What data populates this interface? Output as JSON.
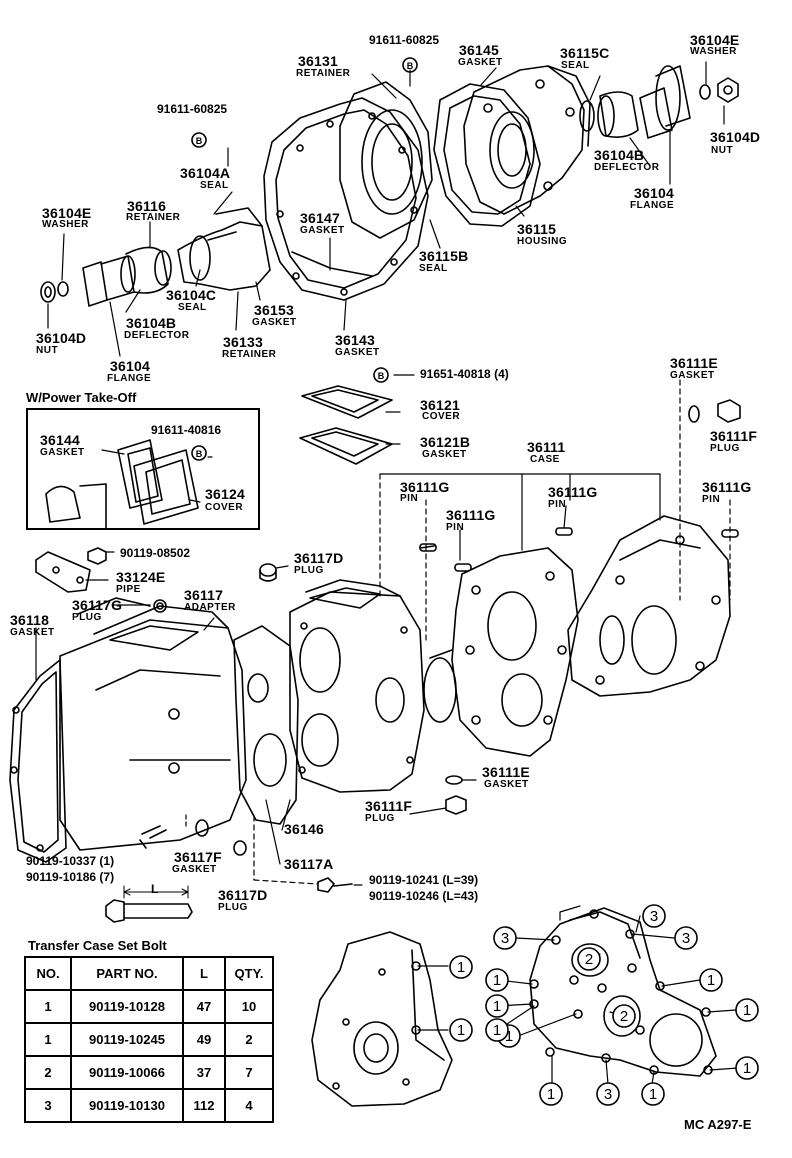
{
  "top_assembly": {
    "bolt_left": "91611-60825",
    "bolt_top": "91611-60825",
    "retainer_36131": {
      "num": "36131",
      "name": "RETAINER"
    },
    "gasket_36145": {
      "num": "36145",
      "name": "GASKET"
    },
    "seal_36115C": {
      "num": "36115C",
      "name": "SEAL"
    },
    "washer_right": {
      "num": "36104E",
      "name": "WASHER"
    },
    "nut_right": {
      "num": "36104D",
      "name": "NUT"
    },
    "seal_36104A": {
      "num": "36104A",
      "name": "SEAL"
    },
    "deflector_right": {
      "num": "36104B",
      "name": "DEFLECTOR"
    },
    "flange_right": {
      "num": "36104",
      "name": "FLANGE"
    },
    "washer_left": {
      "num": "36104E",
      "name": "WASHER"
    },
    "retainer_36116": {
      "num": "36116",
      "name": "RETAINER"
    },
    "gasket_36147": {
      "num": "36147",
      "name": "GASKET"
    },
    "housing_36115": {
      "num": "36115",
      "name": "HOUSING"
    },
    "seal_36115B": {
      "num": "36115B",
      "name": "SEAL"
    },
    "seal_36104C": {
      "num": "36104C",
      "name": "SEAL"
    },
    "gasket_36153": {
      "num": "36153",
      "name": "GASKET"
    },
    "nut_left": {
      "num": "36104D",
      "name": "NUT"
    },
    "deflector_left": {
      "num": "36104B",
      "name": "DEFLECTOR"
    },
    "retainer_36133": {
      "num": "36133",
      "name": "RETAINER"
    },
    "gasket_36143": {
      "num": "36143",
      "name": "GASKET"
    },
    "flange_left": {
      "num": "36104",
      "name": "FLANGE"
    }
  },
  "mid_assembly": {
    "bolt_cover": "91651-40818 (4)",
    "cover_36121": {
      "num": "36121",
      "name": "COVER"
    },
    "gasket_36121B": {
      "num": "36121B",
      "name": "GASKET"
    },
    "gasket_36111E_top": {
      "num": "36111E",
      "name": "GASKET"
    },
    "plug_36111F_top": {
      "num": "36111F",
      "name": "PLUG"
    },
    "case_36111": {
      "num": "36111",
      "name": "CASE"
    },
    "pin_1": {
      "num": "36111G",
      "name": "PIN"
    },
    "pin_2": {
      "num": "36111G",
      "name": "PIN"
    },
    "pin_3": {
      "num": "36111G",
      "name": "PIN"
    },
    "pin_4": {
      "num": "36111G",
      "name": "PIN"
    }
  },
  "pto_box": {
    "title": "W/Power Take-Off",
    "gasket": {
      "num": "36144",
      "name": "GASKET"
    },
    "bolt": "91611-40816",
    "cover": {
      "num": "36124",
      "name": "COVER"
    }
  },
  "lower_assembly": {
    "bolt_pipe": "90119-08502",
    "plug_36117D_top": {
      "num": "36117D",
      "name": "PLUG"
    },
    "pipe": {
      "num": "33124E",
      "name": "PIPE"
    },
    "plug_36117G": {
      "num": "36117G",
      "name": "PLUG"
    },
    "adapter": {
      "num": "36117",
      "name": "ADAPTER"
    },
    "gasket_36118": {
      "num": "36118",
      "name": "GASKET"
    },
    "gasket_36111E_bottom": {
      "num": "36111E",
      "name": "GASKET"
    },
    "plug_36111F_bottom": {
      "num": "36111F",
      "name": "PLUG"
    },
    "part_36146": "36146",
    "part_36117A": "36117A",
    "bolts_left": [
      "90119-10337 (1)",
      "90119-10186 (7)"
    ],
    "gasket_36117F": {
      "num": "36117F",
      "name": "GASKET"
    },
    "plug_36117D_bottom": {
      "num": "36117D",
      "name": "PLUG"
    },
    "bolts_right": [
      "90119-10241 (L=39)",
      "90119-10246 (L=43)"
    ],
    "bolt_length_label": "L"
  },
  "bolt_table": {
    "title": "Transfer Case Set Bolt",
    "headers": [
      "NO.",
      "PART  NO.",
      "L",
      "QTY."
    ],
    "rows": [
      [
        "1",
        "90119-10128",
        "47",
        "10"
      ],
      [
        "1",
        "90119-10245",
        "49",
        "2"
      ],
      [
        "2",
        "90119-10066",
        "37",
        "7"
      ],
      [
        "3",
        "90119-10130",
        "112",
        "4"
      ]
    ]
  },
  "bolt_location_markers": {
    "left_view": [
      "1",
      "1"
    ],
    "right_view": [
      "3",
      "3",
      "3",
      "2",
      "2",
      "1",
      "1",
      "1",
      "1",
      "1",
      "1",
      "1",
      "3",
      "1",
      "1"
    ]
  },
  "footer_code": "MC A297-E"
}
